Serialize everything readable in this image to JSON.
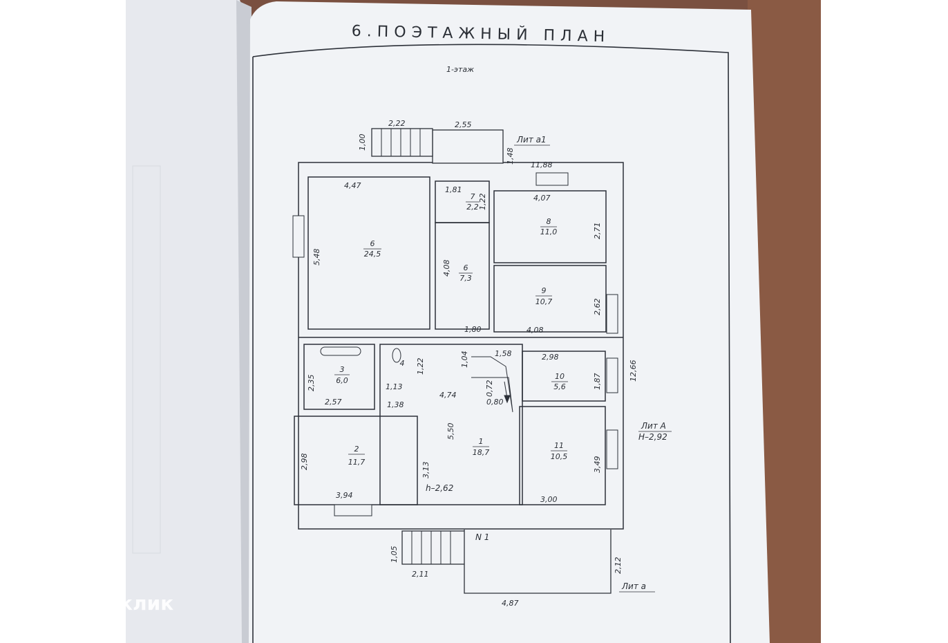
{
  "document": {
    "title": "6.ПОЭТАЖНЫЙ ПЛАН",
    "floor_label": "1-этаж"
  },
  "watermark": {
    "text": "Домклик"
  },
  "labels": {
    "lit_a1": "Лит а1",
    "lit_A": "Лит А",
    "h_total": "H–2,92",
    "lit_a": "Лит а",
    "entrance": "N 1",
    "ceiling_h": "h–2,62"
  },
  "rooms": [
    {
      "num": "6",
      "area": "24,5"
    },
    {
      "num": "7",
      "area": "2,2"
    },
    {
      "num": "6",
      "area": "7,3"
    },
    {
      "num": "8",
      "area": "11,0"
    },
    {
      "num": "9",
      "area": "10,7"
    },
    {
      "num": "3",
      "area": "6,0"
    },
    {
      "num": "4",
      "area": ""
    },
    {
      "num": "10",
      "area": "5,6"
    },
    {
      "num": "2",
      "area": "11,7"
    },
    {
      "num": "1",
      "area": "18,7"
    },
    {
      "num": "11",
      "area": "10,5"
    }
  ],
  "dims": {
    "d222": "2,22",
    "d255": "2,55",
    "d100": "1,00",
    "d148": "1,48",
    "d1188": "11,88",
    "d447": "4,47",
    "d181": "1,81",
    "d122a": "1,22",
    "d407": "4,07",
    "d548": "5,48",
    "d408a": "4,08",
    "d271": "2,71",
    "d262": "2,62",
    "d180": "1,80",
    "d408b": "4,08",
    "d104": "1,04",
    "d158": "1,58",
    "d298a": "2,98",
    "d1266": "12,66",
    "d235": "2,35",
    "d122b": "1,22",
    "d113": "1,13",
    "d474": "4,74",
    "d072": "0,72",
    "d187": "1,87",
    "d080": "0,80",
    "d257": "2,57",
    "d138": "1,38",
    "d550": "5,50",
    "d298b": "2,98",
    "d313": "3,13",
    "d349": "3,49",
    "d394": "3,94",
    "d300": "3,00",
    "d105": "1,05",
    "d211": "2,11",
    "d212": "2,12",
    "d487": "4,87"
  }
}
